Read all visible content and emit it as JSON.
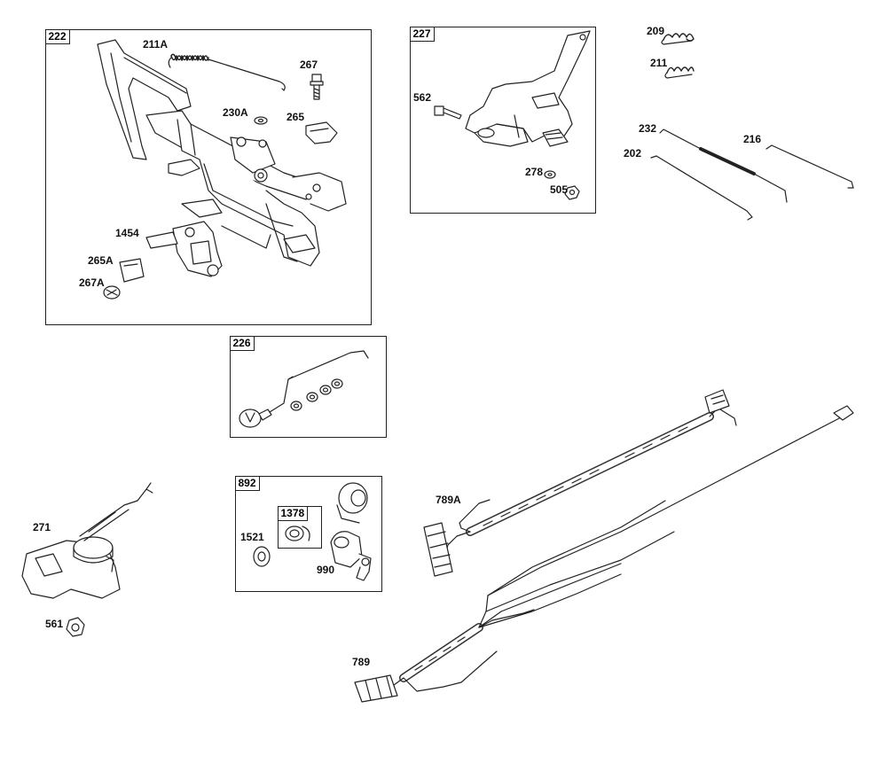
{
  "groups": {
    "g222": "222",
    "g227": "227",
    "g226": "226",
    "g892": "892",
    "g1378": "1378"
  },
  "parts": {
    "p211A": "211A",
    "p267": "267",
    "p230A": "230A",
    "p265": "265",
    "p1454": "1454",
    "p265A": "265A",
    "p267A": "267A",
    "p562": "562",
    "p278": "278",
    "p505": "505",
    "p209": "209",
    "p211": "211",
    "p232": "232",
    "p216": "216",
    "p202": "202",
    "p271": "271",
    "p561": "561",
    "p1521": "1521",
    "p990": "990",
    "p789A": "789A",
    "p789": "789"
  }
}
